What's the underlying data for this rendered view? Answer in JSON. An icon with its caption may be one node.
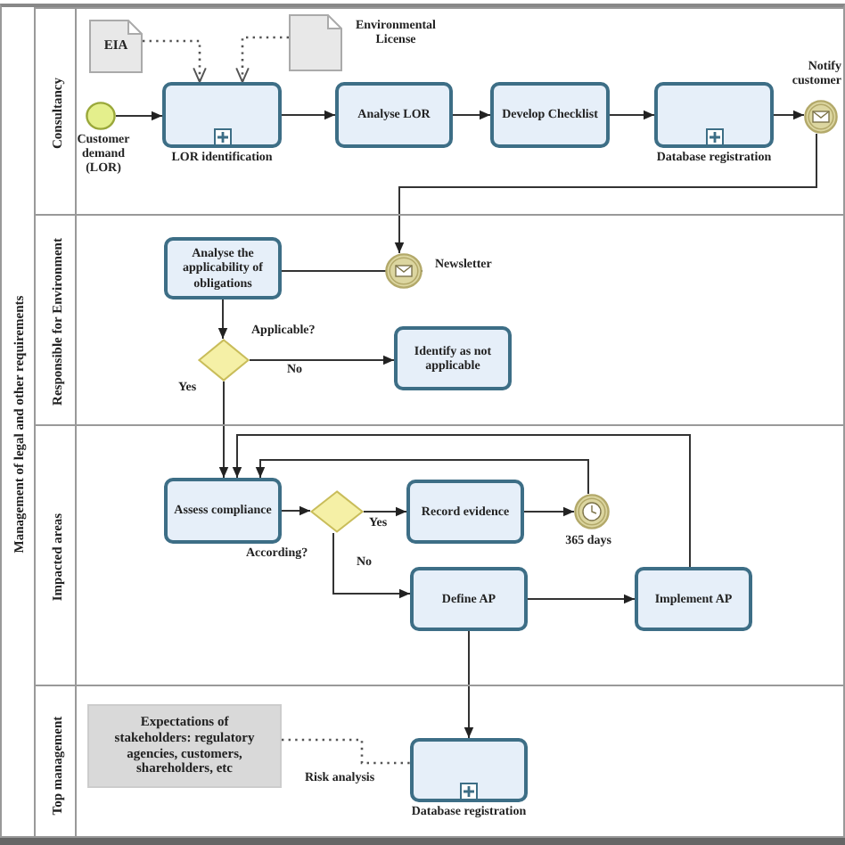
{
  "diagram": {
    "nodes": [
      {
        "text": [
          "Management of legal and other requirements"
        ]
      },
      {
        "text": [
          "Consultancy"
        ],
        "in": 0
      },
      {
        "text": [
          "Responsible for Environment"
        ],
        "in": 0
      },
      {
        "text": [
          "Impacted areas"
        ],
        "in": 0
      },
      {
        "text": [
          "Top management"
        ],
        "in": 0
      },
      {
        "text": [
          "EIA"
        ],
        "in": 1
      },
      {
        "text": [],
        "shape": "document",
        "in": 1,
        "beside": [
          "Environmental License"
        ]
      },
      {
        "text": [],
        "shape": "circle",
        "in": 1,
        "beside": [
          "Customer demand (LOR)"
        ]
      },
      {
        "text": [
          "LOR identification"
        ],
        "in": 1
      },
      {
        "text": [
          "Analyse LOR"
        ],
        "in": 1
      },
      {
        "text": [
          "Develop Checklist"
        ],
        "in": 1
      },
      {
        "text": [
          "Database registration"
        ],
        "in": 1
      },
      {
        "text": [],
        "shape": "circle",
        "in": 1,
        "beside": [
          "Notify customer"
        ]
      },
      {
        "text": [],
        "shape": "circle",
        "in": 2,
        "beside": [
          "Newsletter"
        ]
      },
      {
        "text": [
          "Analyse the applicability of obligations"
        ],
        "in": 2
      },
      {
        "text": [],
        "shape": "diamond",
        "in": 2,
        "beside": [
          "Applicable?"
        ]
      },
      {
        "text": [
          "Identify as not applicable"
        ],
        "in": 2
      },
      {
        "text": [
          "Assess compliance"
        ],
        "in": 3
      },
      {
        "text": [],
        "shape": "diamond",
        "in": 3
      },
      {
        "text": [
          "Record evidence"
        ],
        "in": 3
      },
      {
        "text": [],
        "shape": "circle",
        "in": 3,
        "beside": [
          "365 days"
        ]
      },
      {
        "text": [
          "Define AP"
        ],
        "in": 3
      },
      {
        "text": [
          "Implement AP"
        ],
        "in": 3
      },
      {
        "text": [
          "Expectations of stakeholders: regulatory agencies, customers, shareholders, etc"
        ],
        "in": 4
      },
      {
        "text": [
          "Database registration"
        ],
        "in": 4
      }
    ],
    "edges": [
      {
        "from": 5,
        "to": 8,
        "arrow": "to",
        "style": "dashed"
      },
      {
        "from": 6,
        "to": 8,
        "arrow": "to",
        "style": "dashed"
      },
      {
        "from": 7,
        "to": 8,
        "arrow": "to"
      },
      {
        "from": 8,
        "to": 9,
        "arrow": "to"
      },
      {
        "from": 9,
        "to": 10,
        "arrow": "to"
      },
      {
        "from": 10,
        "to": 11,
        "arrow": "to"
      },
      {
        "from": 11,
        "to": 12,
        "arrow": "to"
      },
      {
        "from": 12,
        "to": 13,
        "arrow": "to"
      },
      {
        "from": 13,
        "to": 14,
        "arrow": "to"
      },
      {
        "from": 14,
        "to": 15,
        "arrow": "to"
      },
      {
        "from": 15,
        "to": 16,
        "arrow": "to",
        "label": "No"
      },
      {
        "from": 15,
        "to": 17,
        "arrow": "to",
        "label": "Yes"
      },
      {
        "from": 17,
        "to": 18,
        "arrow": "to"
      },
      {
        "from": 18,
        "to": 19,
        "arrow": "to",
        "label": "Yes"
      },
      {
        "from": 18,
        "to": 21,
        "arrow": "to",
        "label": "No"
      },
      {
        "from": 19,
        "to": 20,
        "arrow": "to"
      },
      {
        "from": 20,
        "to": 17,
        "arrow": "to"
      },
      {
        "from": 21,
        "to": 22,
        "arrow": "to"
      },
      {
        "from": 22,
        "to": 17,
        "arrow": "to"
      },
      {
        "from": 21,
        "to": 24,
        "arrow": "to"
      },
      {
        "from": 23,
        "to": 24,
        "arrow": "none",
        "style": "dashed",
        "label": "Risk analysis"
      }
    ],
    "labels": [
      "According?"
    ]
  }
}
